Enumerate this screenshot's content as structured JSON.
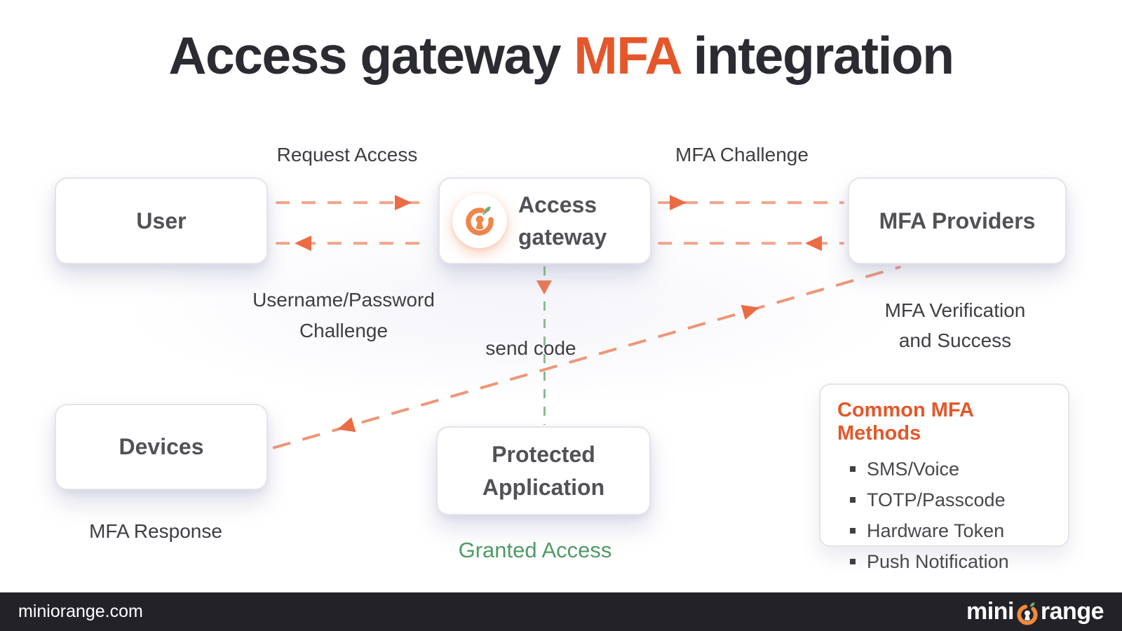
{
  "title": {
    "prefix": "Access gateway ",
    "highlight": "MFA",
    "suffix": " integration"
  },
  "nodes": {
    "user": {
      "label": "User"
    },
    "gateway": {
      "label_line1": "Access",
      "label_line2": "gateway",
      "icon": "miniorange-lock-icon"
    },
    "mfa_providers": {
      "label": "MFA Providers"
    },
    "devices": {
      "label": "Devices"
    },
    "protected_app": {
      "label_line1": "Protected",
      "label_line2": "Application"
    }
  },
  "flow_labels": {
    "request_access": "Request Access",
    "mfa_challenge": "MFA Challenge",
    "username_challenge_line1": "Username/Password",
    "username_challenge_line2": "Challenge",
    "send_code": "send code",
    "mfa_verification_line1": "MFA Verification",
    "mfa_verification_line2": "and Success",
    "mfa_response": "MFA Response",
    "granted_access": "Granted Access"
  },
  "methods_panel": {
    "title": "Common MFA Methods",
    "items": [
      "SMS/Voice",
      "TOTP/Passcode",
      "Hardware Token",
      "Push Notification"
    ]
  },
  "footer": {
    "website": "miniorange.com",
    "logo_prefix": "mini",
    "logo_suffix": "range"
  },
  "colors": {
    "title_ink": "#2B2B32",
    "accent_orange": "#E4572A",
    "arrowhead_orange": "#EB6B45",
    "dash_salmon": "#F2A68E",
    "granted_green": "#4F9B66",
    "green_dash": "#88BC92",
    "footer_background": "#232229"
  }
}
